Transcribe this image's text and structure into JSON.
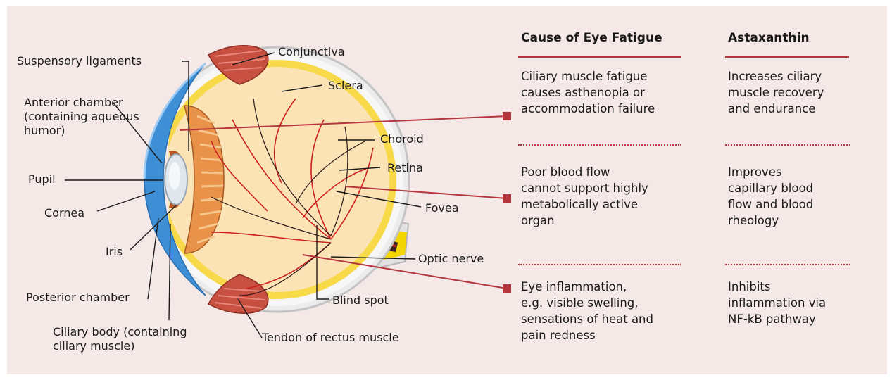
{
  "colors": {
    "background": "#f5e9e7",
    "accent": "#b5353c",
    "muscle": "#c85040",
    "choroid_fill": "#fbe3b5",
    "retina_band": "#f7d94a",
    "cornea": "#3f8fd6",
    "vessel": "#cc2020"
  },
  "labels": {
    "suspensory_ligaments": "Suspensory ligaments",
    "conjunctiva": "Conjunctiva",
    "sclera": "Sclera",
    "anterior_chamber": "Anterior chamber\n(containing aqueous\nhumor)",
    "choroid": "Choroid",
    "retina": "Retina",
    "pupil": "Pupil",
    "fovea": "Fovea",
    "cornea": "Cornea",
    "iris": "Iris",
    "optic_nerve": "Optic nerve",
    "posterior_chamber": "Posterior chamber",
    "blind_spot": "Blind spot",
    "ciliary_body": "Ciliary body (containing\nciliary muscle)",
    "tendon": "Tendon of rectus muscle"
  },
  "table": {
    "col1_header": "Cause of Eye Fatigue",
    "col2_header": "Astaxanthin",
    "rows": [
      {
        "cause": "Ciliary muscle fatigue\ncauses asthenopia or\naccommodation failure",
        "benefit": "Increases ciliary\nmuscle recovery\nand endurance"
      },
      {
        "cause": "Poor blood flow\ncannot support highly\nmetabolically active\norgan",
        "benefit": "Improves\ncapillary blood\nflow and blood\nrheology"
      },
      {
        "cause": "Eye inflammation,\ne.g. visible swelling,\nsensations of heat and\npain redness",
        "benefit": "Inhibits\ninflammation via\nNF-kB pathway"
      }
    ]
  }
}
